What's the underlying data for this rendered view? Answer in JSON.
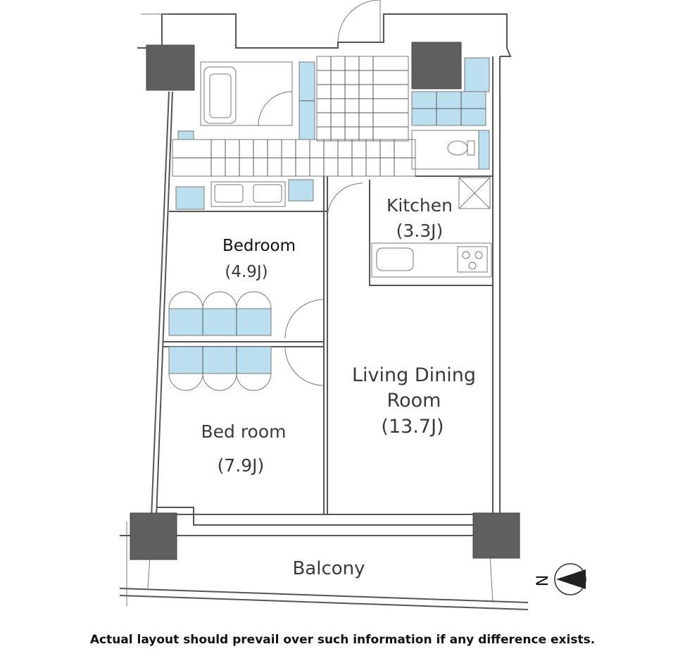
{
  "rooms": {
    "kitchen": {
      "name": "Kitchen",
      "size": "(3.3J)"
    },
    "bedroom1": {
      "name": "Bedroom",
      "size": "(4.9J)"
    },
    "bedroom2": {
      "name": "Bed room",
      "size": "(7.9J)"
    },
    "living": {
      "name_line1": "Living Dining",
      "name_line2": "Room",
      "size": "(13.7J)"
    },
    "balcony": {
      "name": "Balcony"
    }
  },
  "compass": {
    "label": "N"
  },
  "disclaimer": "Actual layout should prevail over such information if any difference exists.",
  "colors": {
    "fixture_blue": "#bcdff0",
    "column_gray": "#5f5f5f",
    "wall": "#555555"
  }
}
